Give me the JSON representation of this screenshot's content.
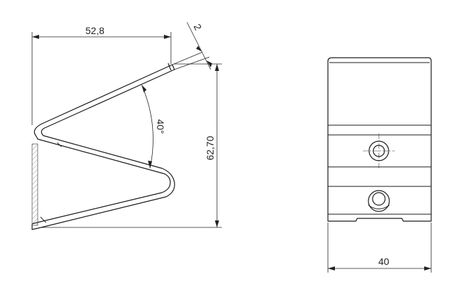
{
  "dimensions": {
    "top_width": "52,8",
    "thickness": "2",
    "angle": "40°",
    "height": "62,70",
    "front_width": "40"
  }
}
